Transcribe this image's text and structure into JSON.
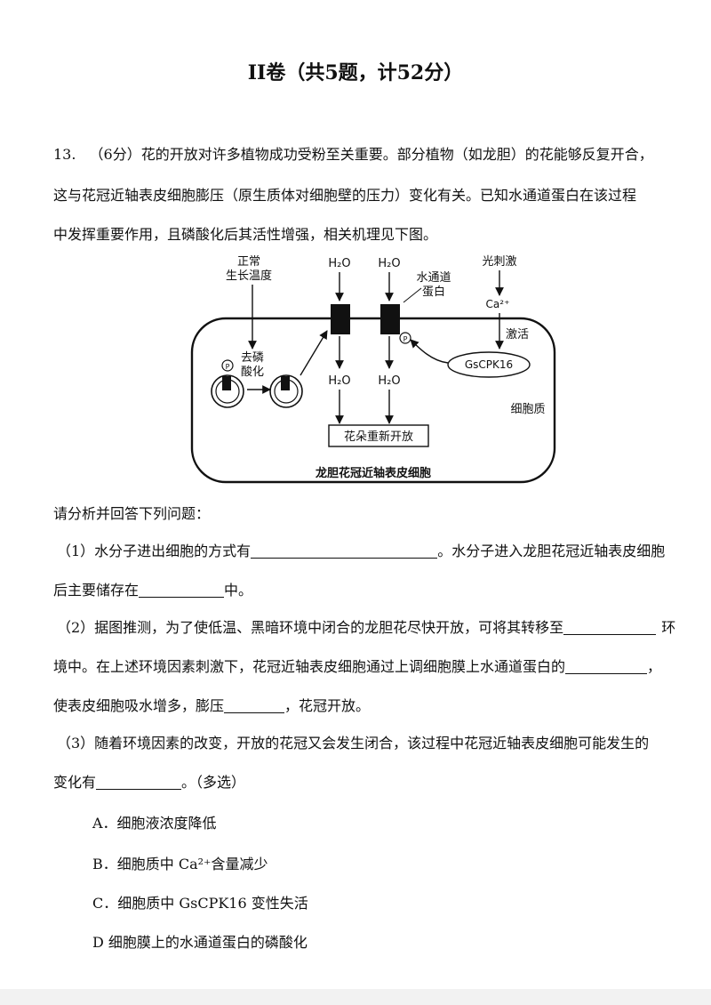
{
  "section_title": "II卷（共5题，计52分）",
  "question": {
    "number": "13.",
    "points": "（6分）",
    "intro_line1": "花的开放对许多植物成功受粉至关重要。部分植物（如龙胆）的花能够反复开合，",
    "intro_line2": "这与花冠近轴表皮细胞膨压（原生质体对细胞壁的压力）变化有关。已知水通道蛋白在该过程",
    "intro_line3": "中发挥重要作用，且磷酸化后其活性增强，相关机理见下图。"
  },
  "diagram": {
    "label_normal_temp_1": "正常",
    "label_normal_temp_2": "生长温度",
    "label_h2o": "H₂O",
    "label_aquaporin_1": "水通道",
    "label_aquaporin_2": "蛋白",
    "label_light": "光刺激",
    "label_ca": "Ca²⁺",
    "label_activate": "激活",
    "label_dephos_1": "去磷",
    "label_dephos_2": "酸化",
    "label_gscpk16": "GsCPK16",
    "label_p": "P",
    "label_cytoplasm": "细胞质",
    "label_reopen": "花朵重新开放",
    "label_cell": "龙胆花冠近轴表皮细胞"
  },
  "analysis_prompt": "请分析并回答下列问题：",
  "q1": {
    "part_a": "（1）水分子进出细胞的方式有",
    "part_b": "。水分子进入龙胆花冠近轴表皮细胞",
    "part_c": "后主要储存在",
    "part_d": "中。"
  },
  "q2": {
    "part_a": "（2）据图推测，为了使低温、黑暗环境中闭合的龙胆花尽快开放，可将其转移至",
    "part_b": "环",
    "part_c": "境中。在上述环境因素刺激下，花冠近轴表皮细胞通过上调细胞膜上水通道蛋白的",
    "part_d": "，",
    "part_e": "使表皮细胞吸水增多，膨压",
    "part_f": "，花冠开放。"
  },
  "q3": {
    "part_a": "（3）随着环境因素的改变，开放的花冠又会发生闭合，该过程中花冠近轴表皮细胞可能发生的",
    "part_b": "变化有",
    "part_c": "。（多选）"
  },
  "options": [
    "A．细胞液浓度降低",
    "B．细胞质中 Ca²⁺含量减少",
    "C．细胞质中 GsCPK16 变性失活",
    "D  细胞膜上的水通道蛋白的磷酸化"
  ]
}
